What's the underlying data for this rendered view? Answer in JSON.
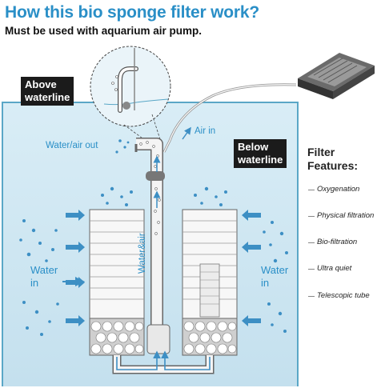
{
  "title": "How this bio sponge filter work?",
  "subtitle": "Must be used with aquarium air pump.",
  "labels": {
    "above_waterline": [
      "Above",
      "waterline"
    ],
    "below_waterline": [
      "Below",
      "waterline"
    ],
    "air_in": "Air in",
    "water_air_out": "Water/air out",
    "water_air": "Water&air",
    "water_in_left": [
      "Water",
      "in"
    ],
    "water_in_right": [
      "Water",
      "in"
    ]
  },
  "features": {
    "title": [
      "Filter",
      "Features:"
    ],
    "items": [
      "Oxygenation",
      "Physical filtration",
      "Bio-filtration",
      "Ultra quiet",
      "Telescopic tube"
    ]
  },
  "colors": {
    "title": "#2a8fc7",
    "water": "#cfe6f2",
    "tank_edge": "#5aa7c7",
    "arrow": "#3d8fc4",
    "label_bg": "#1b1b1b"
  },
  "icons": [
    "air-pump-icon",
    "sponge-left-icon",
    "sponge-right-icon",
    "lift-tube-icon",
    "air-line-icon",
    "magnifier-icon"
  ]
}
